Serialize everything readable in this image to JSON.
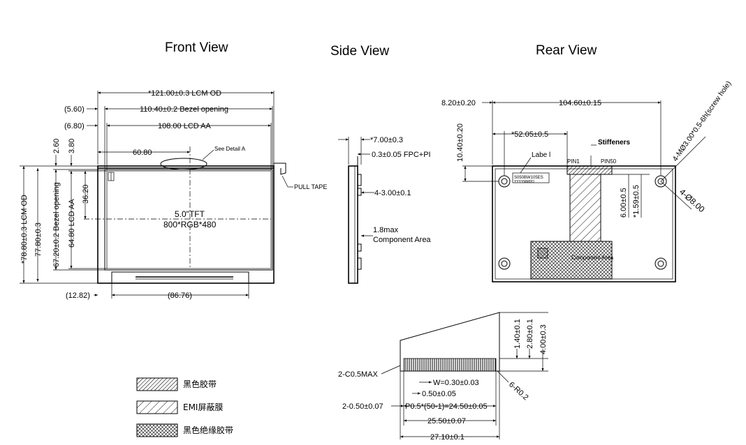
{
  "titles": {
    "front": "Front View",
    "side": "Side View",
    "rear": "Rear View"
  },
  "front": {
    "lcm_od_w": "*121.00±0.3 LCM OD",
    "bezel_w_off": "(5.60)",
    "bezel_w": "110.40±0.2 Bezel opening",
    "aa_w_off": "(6.80)",
    "aa_w": "108.00 LCD AA",
    "center_x": "60.80",
    "detail": "See Detail A",
    "pull_tape": "PULL TAPE",
    "top_off_1": "2.60",
    "top_off_2": "3.80",
    "lcm_od_h": "*78.80±0.3 LCM OD",
    "bezel_h_outer": "77.80±0.3",
    "bezel_h": "67.20±0.2 Bezel opening",
    "aa_h": "64.80 LCD AA",
    "center_y": "36.20",
    "tft_line1": "5.0\"TFT",
    "tft_line2": "800*RGB*480",
    "bot_off": "(12.82)",
    "bot_w": "(86.76)"
  },
  "side": {
    "thickness": "*7.00±0.3",
    "fpc": "0.3±0.05 FPC+PI",
    "holes": "4-3.00±0.1",
    "comp_1": "1.8max",
    "comp_2": "Component Area"
  },
  "rear": {
    "left_off": "8.20±0.20",
    "hole_span": "104.60±0.15",
    "label_x": "*52.05±0.5",
    "top_off": "10.40±0.20",
    "label": "Labe l",
    "stiffeners": "Stiffeners",
    "pin1": "PIN1",
    "pin50": "PIN50",
    "screw": "4-MØ3.00*0.5-6h(screw hole)",
    "hole_dia": "4-Ø8.00",
    "v1": "6.00±0.5",
    "v2": "*1.59±0.5",
    "label_text_1": "S050BW105ES",
    "label_text_2": "YYYYMMDD",
    "component_area": "Component Area"
  },
  "fpc": {
    "h1": "1.40±0.1",
    "h2": "2.80±0.1",
    "h3": "4.00±0.3",
    "chamfer": "2-C0.5MAX",
    "radius": "6-R0.2",
    "width_w": "W=0.30±0.03",
    "pitch_space": "0.50±0.05",
    "edge": "2-0.50±0.07",
    "pitch": "P0.5*(50-1)=24.50±0.05",
    "total_pins": "25.50±0.07",
    "total": "27.10±0.1"
  },
  "legend": [
    {
      "label": "黑色胶带"
    },
    {
      "label": "EMI屏蔽膜"
    },
    {
      "label": "黑色绝缘胶带"
    }
  ]
}
